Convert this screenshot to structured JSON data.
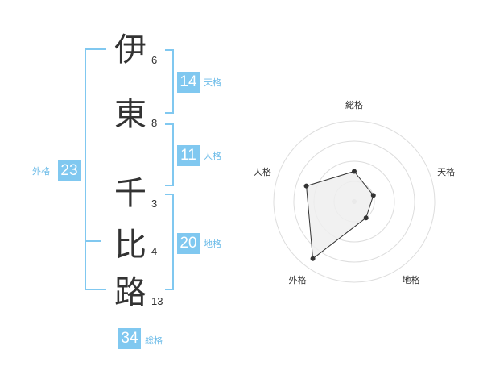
{
  "name": {
    "characters": [
      {
        "char": "伊",
        "strokes": "6"
      },
      {
        "char": "東",
        "strokes": "8"
      },
      {
        "char": "千",
        "strokes": "3"
      },
      {
        "char": "比",
        "strokes": "4"
      },
      {
        "char": "路",
        "strokes": "13"
      }
    ]
  },
  "kakusu": {
    "tenkaku": {
      "value": "14",
      "label": "天格"
    },
    "jinkaku": {
      "value": "11",
      "label": "人格"
    },
    "chikaku": {
      "value": "20",
      "label": "地格"
    },
    "gaikaku": {
      "value": "23",
      "label": "外格"
    },
    "soukaku": {
      "value": "34",
      "label": "総格"
    }
  },
  "chart_data": {
    "type": "radar",
    "axes": [
      "総格",
      "天格",
      "地格",
      "外格",
      "人格"
    ],
    "rings": 4,
    "values": [
      1.5,
      1,
      1,
      3.5,
      2.5
    ],
    "max": 4,
    "colors": {
      "fill": "#eeeeee",
      "line": "#333333",
      "point": "#333333",
      "grid": "#dddddd",
      "center": "#cccccc",
      "accent": "#80c8f0"
    }
  }
}
